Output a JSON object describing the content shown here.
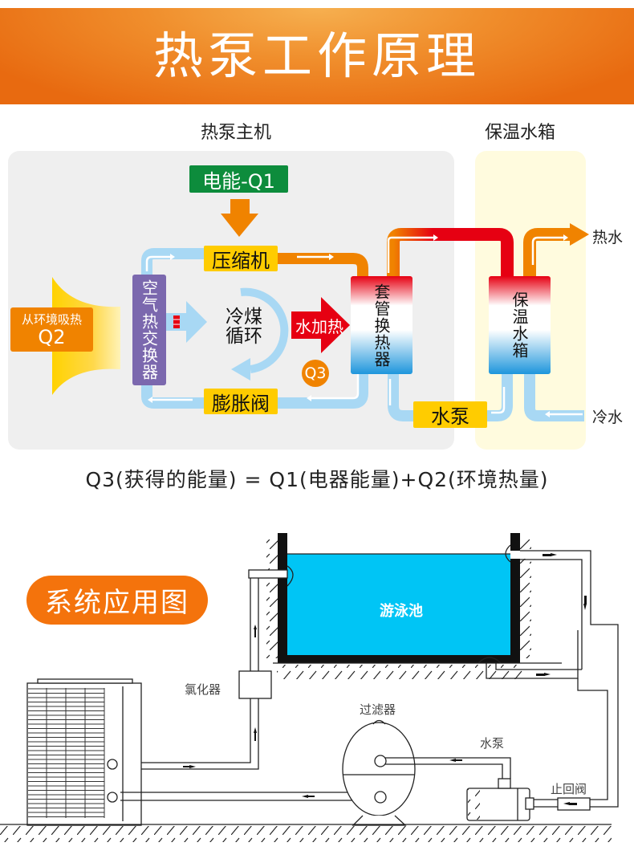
{
  "banner": {
    "title": "热泵工作原理"
  },
  "principle": {
    "host_section_label": "热泵主机",
    "tank_section_label": "保温水箱",
    "electric_energy": "电能-Q1",
    "compressor": "压缩机",
    "air_heat_exchanger": "空气热交换器",
    "ambient_heat": {
      "line1": "从环境吸热",
      "line2": "Q2"
    },
    "refrigerant_cycle": {
      "line1": "冷煤",
      "line2": "循环"
    },
    "water_heating": "水加热",
    "q3_badge": "Q3",
    "expansion_valve": "膨胀阀",
    "tube_heat_exchanger": "套管换热器",
    "insulated_tank": "保温水箱",
    "water_pump": "水泵",
    "hot_water": "热水",
    "cold_water": "冷水",
    "formula": "Q3(获得的能量) = Q1(电器能量)+Q2(环境热量)",
    "colors": {
      "orange": "#f08300",
      "green": "#0d8c3c",
      "yellow": "#ffcc00",
      "purple": "#7b68ae",
      "red": "#e60012",
      "light_blue": "#a8d8f4",
      "host_bg": "#efefef",
      "tank_bg": "#fffbde"
    }
  },
  "system": {
    "title": "系统应用图",
    "pool": "游泳池",
    "chlorinator": "氯化器",
    "filter": "过滤器",
    "pump": "水泵",
    "check_valve": "止回阀",
    "pool_color": "#00c5f5"
  }
}
